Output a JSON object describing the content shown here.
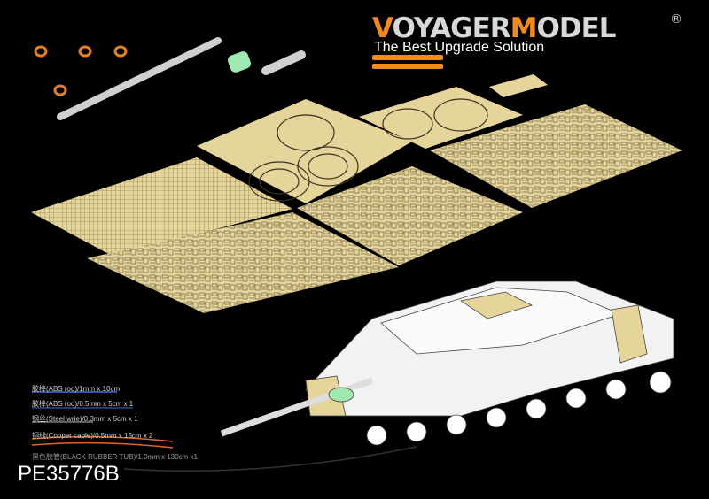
{
  "brand": {
    "first_letter": "V",
    "part1": "OYAGER",
    "m_letter": "M",
    "part2": "ODEL",
    "registered": "®",
    "tagline": "The Best Upgrade Solution",
    "accent": "#f08a1c"
  },
  "specs": [
    "胶棒(ABS rod)/1mm x 10cm",
    "胶棒(ABS rod)/0.5mm x 5cm x 1",
    "钢丝(Steel wrie)/0.3mm x 5cm x 1",
    "铜线(Copper cable)/0.5mm x 15cm x 2",
    "黑色胶管(BLACK RUBBER TUB)/1.0mm x 130cm x1"
  ],
  "product_code": "PE35776B",
  "colors": {
    "brass": "#e6d59a",
    "background": "#000000",
    "rod_blue": "#4a6fd6",
    "copper": "#e0652a"
  }
}
